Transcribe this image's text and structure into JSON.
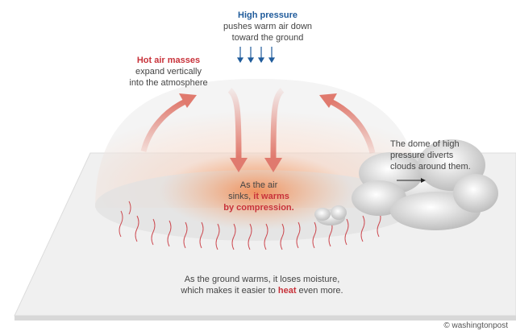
{
  "high_pressure": {
    "title": "High pressure",
    "line1": "pushes warm air down",
    "line2": "toward the ground"
  },
  "hot_air": {
    "title": "Hot air masses",
    "line1": "expand vertically",
    "line2": "into the atmosphere"
  },
  "sinking": {
    "line1": "As the air",
    "line2_pre": "sinks, ",
    "line2_em": "it warms",
    "line3": "by compression."
  },
  "dome_note": {
    "line1": "The dome of high",
    "line2": "pressure diverts",
    "line3": "clouds around them."
  },
  "ground_note": {
    "line1": "As the ground warms, it loses moisture,",
    "line2_pre": "which makes it easier to ",
    "line2_em": "heat",
    "line2_post": " even more."
  },
  "credit": {
    "icon": "copyright-icon",
    "text": "washingtonpost"
  },
  "colors": {
    "blue": "#1f5b9b",
    "red": "#c8323a",
    "arrow": "#e07a6e"
  }
}
